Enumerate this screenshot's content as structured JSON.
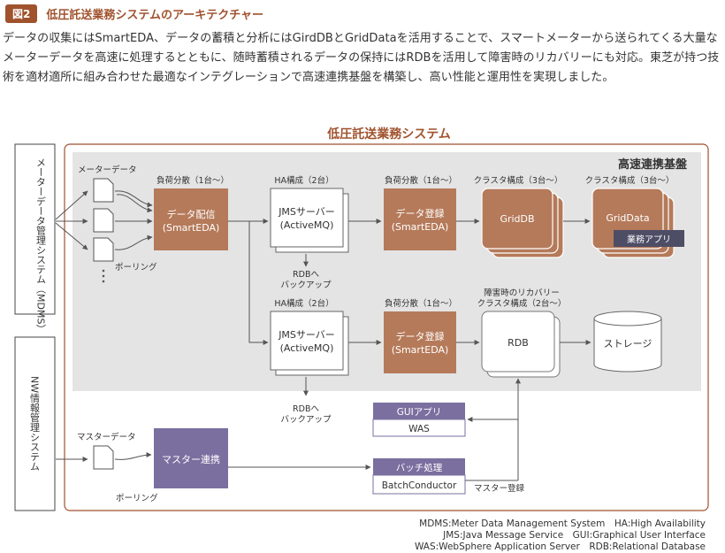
{
  "header": {
    "fig_label": "図2",
    "title": "低圧託送業務システムのアーキテクチャー"
  },
  "description": "データの収集にはSmartEDA、データの蓄積と分析にはGirdDBとGridDataを活用することで、スマートメーターから送られてくる大量なメーターデータを高速に処理するとともに、随時蓄積されるデータの保持にはRDBを活用して障害時のリカバリーにも対応。東芝が持つ技術を適材適所に組み合わせた最適なインテグレーションで高速連携基盤を構築し、高い性能と運用性を実現しました。",
  "diagram": {
    "system_title": "低圧託送業務システム",
    "platform_title": "高速連携基盤",
    "left_mdms": "メーターデータ管理システム（MDMS）",
    "left_nw": "NW情報管理システム",
    "meter_data": "メーターデータ",
    "polling": "ポーリング",
    "lb1": "負荷分散（1台～）",
    "dist_line1": "データ配信",
    "dist_line2": "(SmartEDA)",
    "ha1": "HA構成（2台）",
    "jms_line1": "JMSサーバー",
    "jms_line2": "(ActiveMQ)",
    "rdb_backup_line1": "RDBへ",
    "rdb_backup_line2": "バックアップ",
    "lb2": "負荷分散（1台～）",
    "reg_line1": "データ登録",
    "reg_line2": "(SmartEDA)",
    "cluster1": "クラスタ構成（3台～）",
    "griddb": "GridDB",
    "cluster2": "クラスタ構成（3台～）",
    "griddata": "GridData",
    "business_app": "業務アプリ",
    "ha2": "HA構成（2台）",
    "lb3": "負荷分散（1台～）",
    "recovery_line1": "障害時のリカバリー",
    "recovery_line2": "クラスタ構成（2台～）",
    "rdb": "RDB",
    "storage": "ストレージ",
    "rdb_backup2_line1": "RDBへ",
    "rdb_backup2_line2": "バックアップ",
    "gui_app": "GUIアプリ",
    "was": "WAS",
    "master_data": "マスターデータ",
    "master_link": "マスター連携",
    "polling2": "ポーリング",
    "batch": "バッチ処理",
    "batch_conductor": "BatchConductor",
    "master_register": "マスター登録"
  },
  "footnotes": [
    "MDMS:Meter Data Management System　HA:High Availability",
    "JMS:Java Message Service　GUI:Graphical User Interface",
    "WAS:WebSphere Application Server　RDB:Relational Database"
  ],
  "colors": {
    "accent": "#a0522d",
    "box": "#b57a5a",
    "purple": "#7b6fa0",
    "band": "#e4e4e4"
  }
}
